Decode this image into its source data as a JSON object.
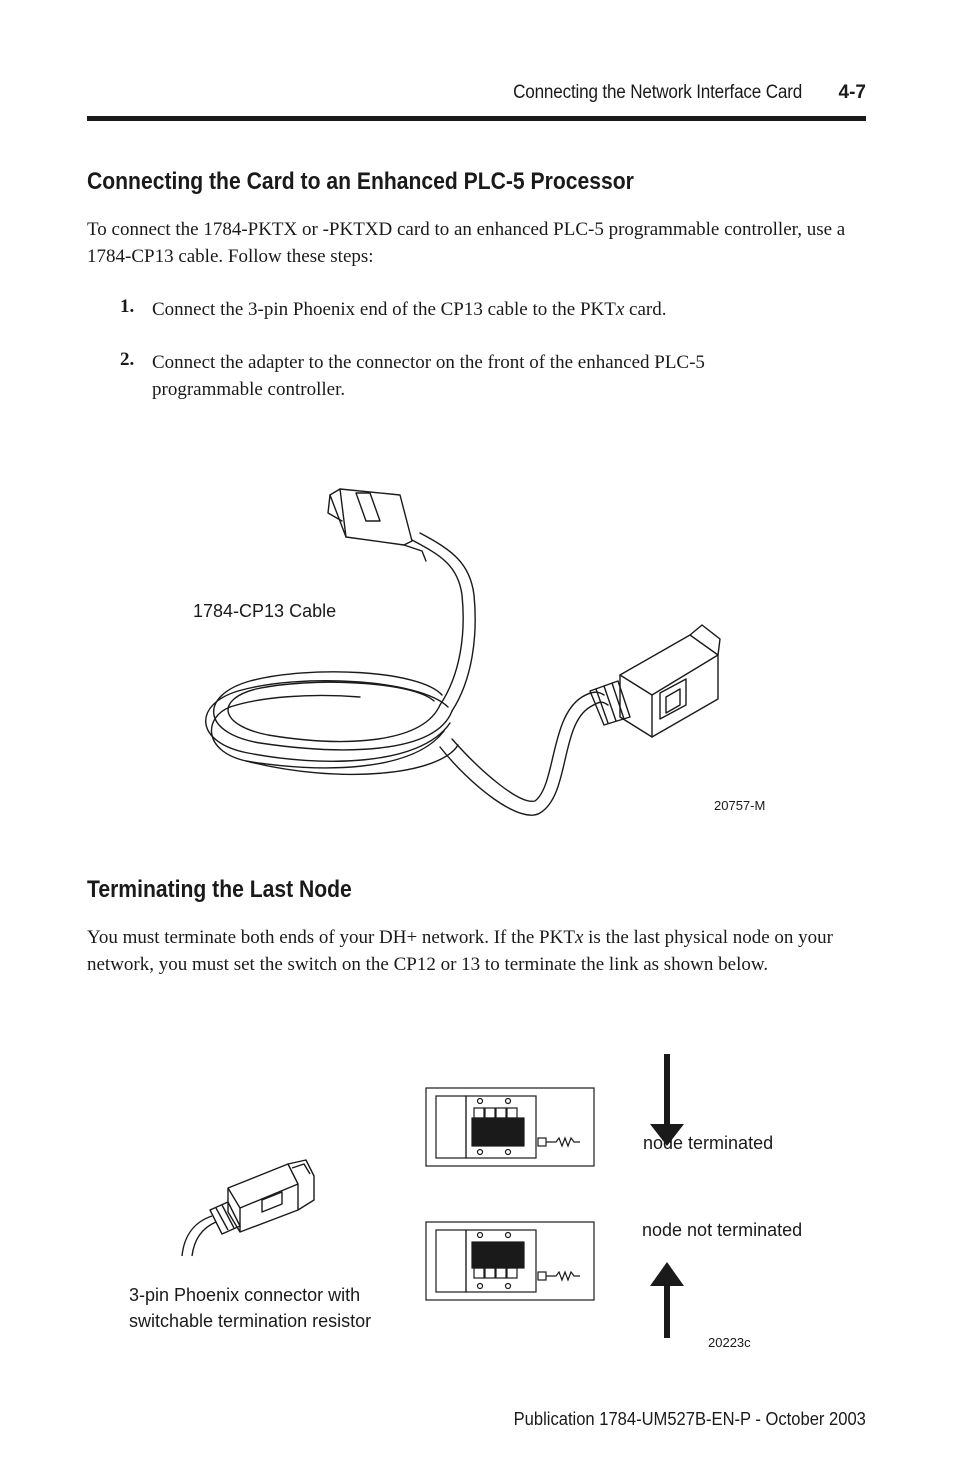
{
  "header": {
    "running_title": "Connecting the Network Interface Card",
    "page_number": "4-7"
  },
  "section1": {
    "heading": "Connecting the Card to an Enhanced PLC-5 Processor",
    "intro": "To connect the 1784-PKTX or -PKTXD card to an enhanced PLC-5 programmable controller, use a 1784-CP13 cable. Follow these steps:",
    "steps": [
      {
        "number": "1.",
        "text_before": "Connect the 3-pin Phoenix end of the CP13 cable to the PKT",
        "italic": "x",
        "text_after": " card."
      },
      {
        "number": "2.",
        "text": "Connect the adapter to the connector on the front of the enhanced PLC-5 programmable controller."
      }
    ],
    "figure": {
      "cable_label": "1784-CP13 Cable",
      "figure_id": "20757-M"
    }
  },
  "section2": {
    "heading": "Terminating the Last Node",
    "para_before": "You must terminate both ends of your DH+ network. If the PKT",
    "para_italic": "x",
    "para_after": " is the last physical node on your network, you must set the switch on the CP12 or 13 to terminate the link as shown below.",
    "figure": {
      "connector_label_line1": "3-pin Phoenix connector with",
      "connector_label_line2": "switchable termination resistor",
      "terminated_label": "node terminated",
      "not_terminated_label": "node not terminated",
      "figure_id": "20223c"
    }
  },
  "footer": {
    "publication": "Publication 1784-UM527B-EN-P - October 2003"
  }
}
